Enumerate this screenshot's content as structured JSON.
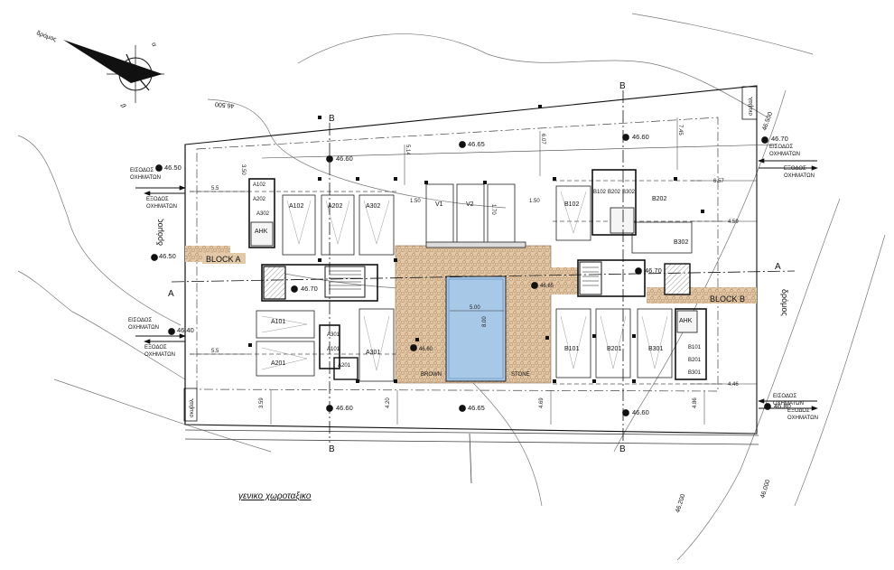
{
  "caption": "γενικο χωροταξικο",
  "compass": {
    "road_label": "δρόμος",
    "north_letter": "β",
    "south_letter": "α"
  },
  "road_labels": {
    "west": "δρόμος",
    "east": "δρόμος"
  },
  "contours": {
    "c1": "46.500",
    "c2": "46.500",
    "c3": "46.200",
    "c4": "46.000"
  },
  "blocks": {
    "a": "BLOCK A",
    "b": "BLOCK B"
  },
  "section_marks": {
    "a": "A",
    "b": "B"
  },
  "entries": [
    {
      "id": "w1",
      "line1": "ΕΙΣΟΔΟΣ",
      "line2": "ΟΧΗΜΑΤΩΝ"
    },
    {
      "id": "w1b",
      "line1": "ΕΞΟΔΟΣ",
      "line2": "ΟΧΗΜΑΤΩΝ"
    },
    {
      "id": "w2",
      "line1": "ΕΙΣΟΔΟΣ",
      "line2": "ΟΧΗΜΑΤΩΝ"
    },
    {
      "id": "w2b",
      "line1": "ΕΞΟΔΟΣ",
      "line2": "ΟΧΗΜΑΤΩΝ"
    },
    {
      "id": "e1",
      "line1": "ΕΙΣΟΔΟΣ",
      "line2": "ΟΧΗΜΑΤΩΝ"
    },
    {
      "id": "e1b",
      "line1": "ΕΞΟΔΟΣ",
      "line2": "ΟΧΗΜΑΤΩΝ"
    },
    {
      "id": "e2",
      "line1": "ΕΙΣΟΔΟΣ",
      "line2": "ΟΧΗΜΑΤΩΝ"
    },
    {
      "id": "e2b",
      "line1": "ΕΞΟΔΟΣ",
      "line2": "ΟΧΗΜΑΤΩΝ"
    }
  ],
  "elevations": {
    "w_top": "46.50",
    "w_mid": "46.50",
    "w_bot": "46.40",
    "top_l": "46.60",
    "top_c": "46.65",
    "top_r": "46.60",
    "bot_l": "46.60",
    "bot_c": "46.65",
    "bot_r": "46.60",
    "e_top": "46.70",
    "e_bot": "46.80",
    "core_a": "46.70",
    "core_b": "46.70",
    "pool_side": "46.60",
    "court": "46.65"
  },
  "units_a": [
    "A102",
    "A202",
    "A302",
    "A101",
    "A201",
    "A301"
  ],
  "units_b": [
    "B102",
    "B202",
    "B302",
    "B101",
    "B201",
    "B301"
  ],
  "small_rooms": {
    "a_top": [
      "A102",
      "A202",
      "A302"
    ],
    "a_bot": [
      "A301",
      "A101",
      "A201"
    ],
    "b_top": [
      "B102",
      "B202",
      "B302"
    ],
    "b_bot": [
      "B101",
      "B201",
      "B301"
    ]
  },
  "utility": {
    "ahk_a": "ΑΗΚ",
    "ahk_b": "ΑΗΚ",
    "bins_l": "σκυβαλ.",
    "bins_r": "σκυβαλ."
  },
  "parking": {
    "v1": "V1",
    "v2": "V2"
  },
  "dims": {
    "d1": "5.5",
    "d2": "5.5",
    "d3": "3.50",
    "d4": "5.14",
    "d5": "6.07",
    "d6": "7.45",
    "d7": "6.57",
    "d8": "4.59",
    "d9": "4.46",
    "d10": "3.59",
    "d11": "4.20",
    "d12": "4.69",
    "d13": "4.86",
    "d14": "1.50",
    "d15": "1.50",
    "d16": "5.00",
    "d17": "8.00",
    "d18": "1.70"
  },
  "pool_labels": {
    "l": "BROWN",
    "r": "STONE"
  }
}
